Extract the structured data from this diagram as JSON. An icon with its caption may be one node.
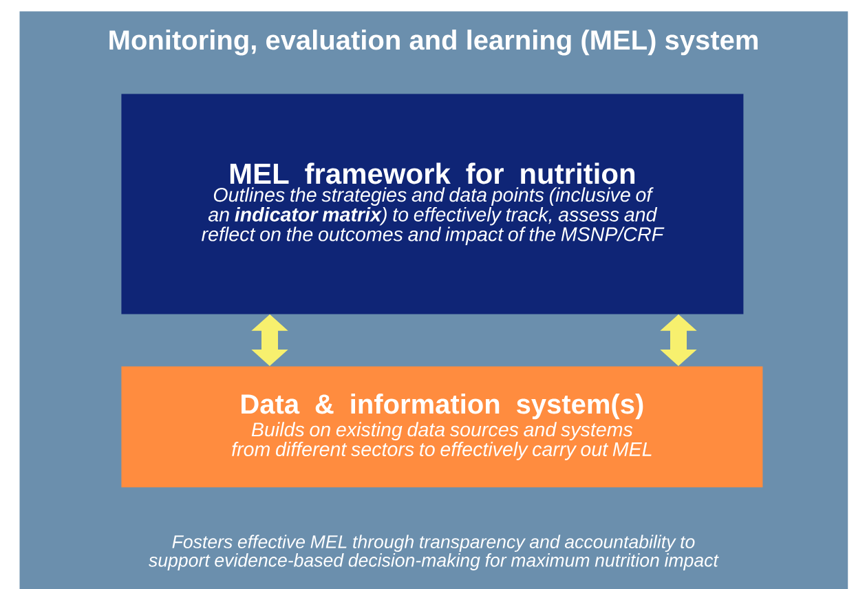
{
  "diagram": {
    "nodes": [
      {
        "text": [
          "Monitoring, evaluation and learning (MEL) system",
          "Fosters effective MEL through transparency and accountability to support evidence-based decision-making for maximum nutrition impact"
        ]
      },
      {
        "text": [
          "MEL framework for nutrition",
          "Outlines the strategies and data points (inclusive of an **indicator matrix**) to effectively track, assess and reflect on the outcomes and impact of the MSNP/CRF"
        ],
        "in": 0
      },
      {
        "text": [
          "Data & information system(s)",
          "Builds on existing data sources and systems from different sectors to effectively carry out MEL"
        ],
        "in": 0
      }
    ],
    "edges": [
      {
        "from": 1,
        "to": 2,
        "arrow": "both"
      },
      {
        "from": 1,
        "to": 2,
        "arrow": "both"
      }
    ]
  }
}
